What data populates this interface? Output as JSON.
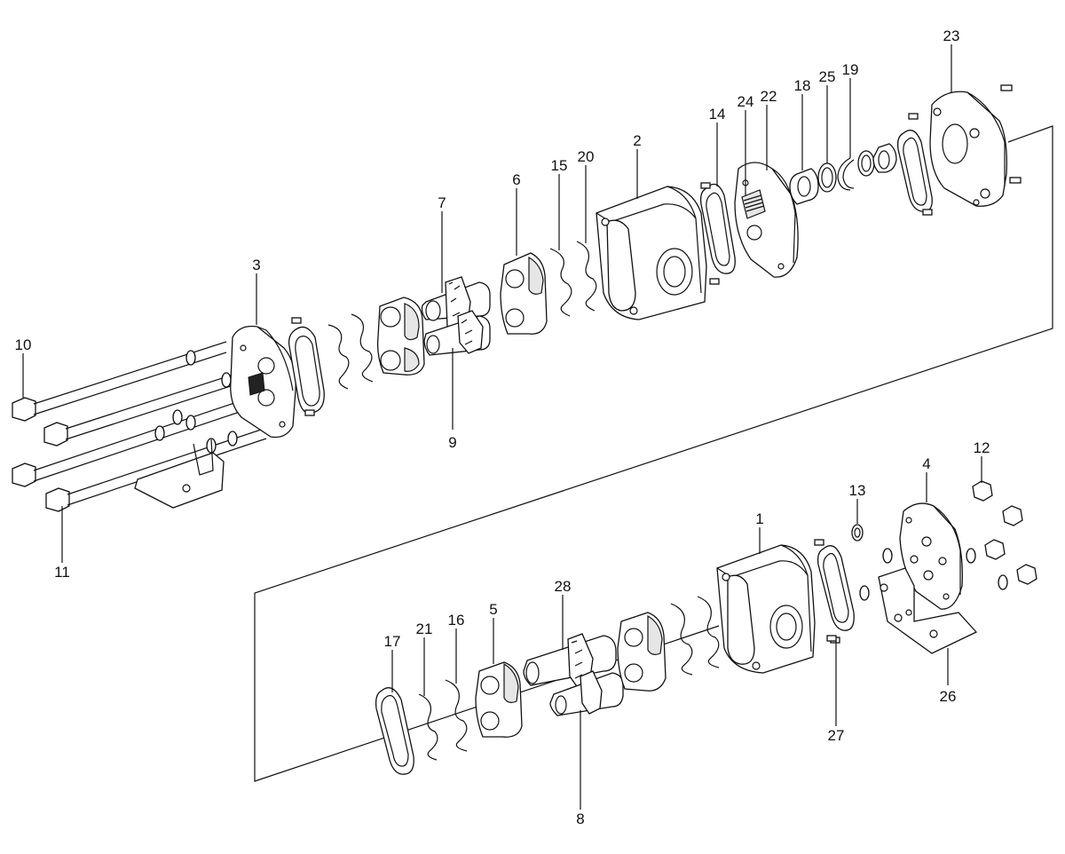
{
  "diagram": {
    "type": "exploded parts diagram",
    "callouts": [
      "1",
      "2",
      "3",
      "4",
      "5",
      "6",
      "7",
      "8",
      "9",
      "10",
      "11",
      "12",
      "13",
      "14",
      "15",
      "16",
      "17",
      "18",
      "19",
      "20",
      "21",
      "22",
      "23",
      "24",
      "25",
      "26",
      "27",
      "28"
    ]
  }
}
